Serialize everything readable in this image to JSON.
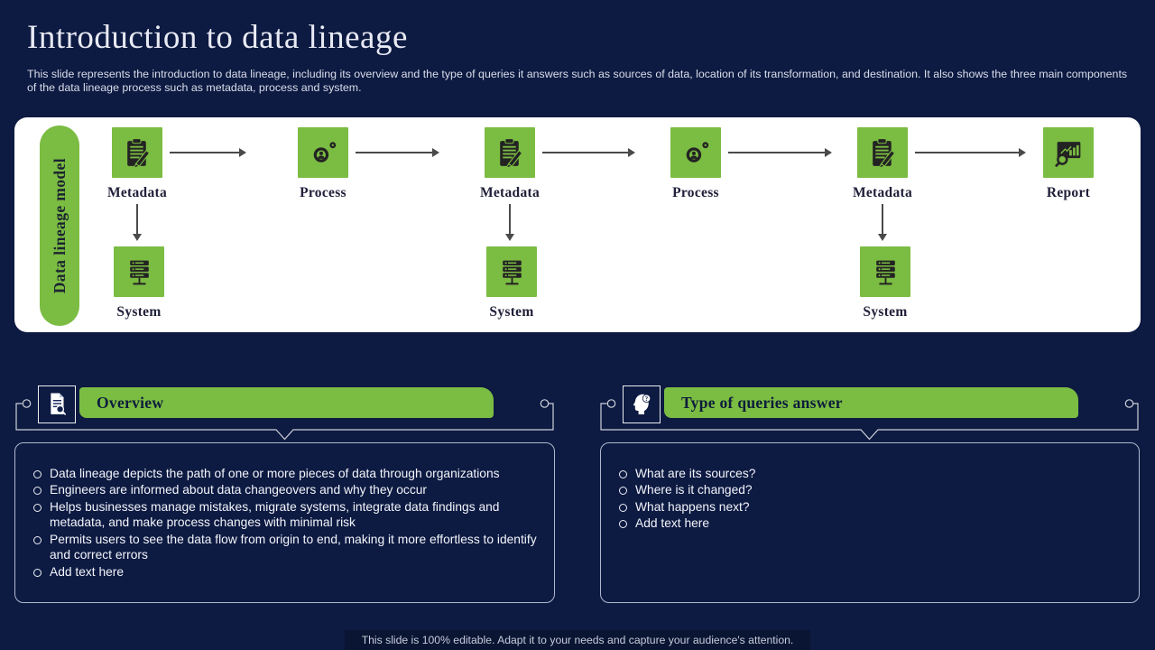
{
  "colors": {
    "bg": "#0d1a42",
    "green": "#7bbc42",
    "panel": "#ffffff",
    "arrow": "#4a4a4a",
    "footerband": "#0a1533",
    "icon_dark": "#232323",
    "dark_navy_text": "#0c1c3c",
    "light_text": "#f3f5fa"
  },
  "header": {
    "title": "Introduction to data lineage",
    "subtitle": "This slide represents the introduction to data lineage, including its overview and the type of queries it answers such as sources of data, location of its transformation, and destination. It also shows the three main components of the data lineage process such as metadata, process and system."
  },
  "diagram": {
    "side_label": "Data lineage model",
    "system_label": "System",
    "nodes": [
      {
        "label": "Metadata",
        "icon": "metadata-icon"
      },
      {
        "label": "Process",
        "icon": "process-icon"
      },
      {
        "label": "Metadata",
        "icon": "metadata-icon"
      },
      {
        "label": "Process",
        "icon": "process-icon"
      },
      {
        "label": "Metadata",
        "icon": "metadata-icon"
      },
      {
        "label": "Report",
        "icon": "report-icon"
      }
    ]
  },
  "sections": {
    "overview": {
      "title": "Overview",
      "icon": "document-search-icon",
      "bullets": [
        "Data lineage depicts the path of one or more pieces of data through organizations",
        "Engineers are informed about data changeovers and why they occur",
        "Helps businesses manage mistakes, migrate systems, integrate data findings and metadata, and make process changes with minimal risk",
        "Permits users to see the data flow from origin to end, making it more effortless to identify and correct errors",
        "Add text here"
      ]
    },
    "queries": {
      "title": "Type of queries answer",
      "icon": "head-question-icon",
      "bullets": [
        "What are its sources?",
        "Where is it changed?",
        "What happens next?",
        "Add text here"
      ]
    }
  },
  "footer": {
    "note": "This slide is 100% editable. Adapt it to your needs and capture your audience's attention."
  }
}
